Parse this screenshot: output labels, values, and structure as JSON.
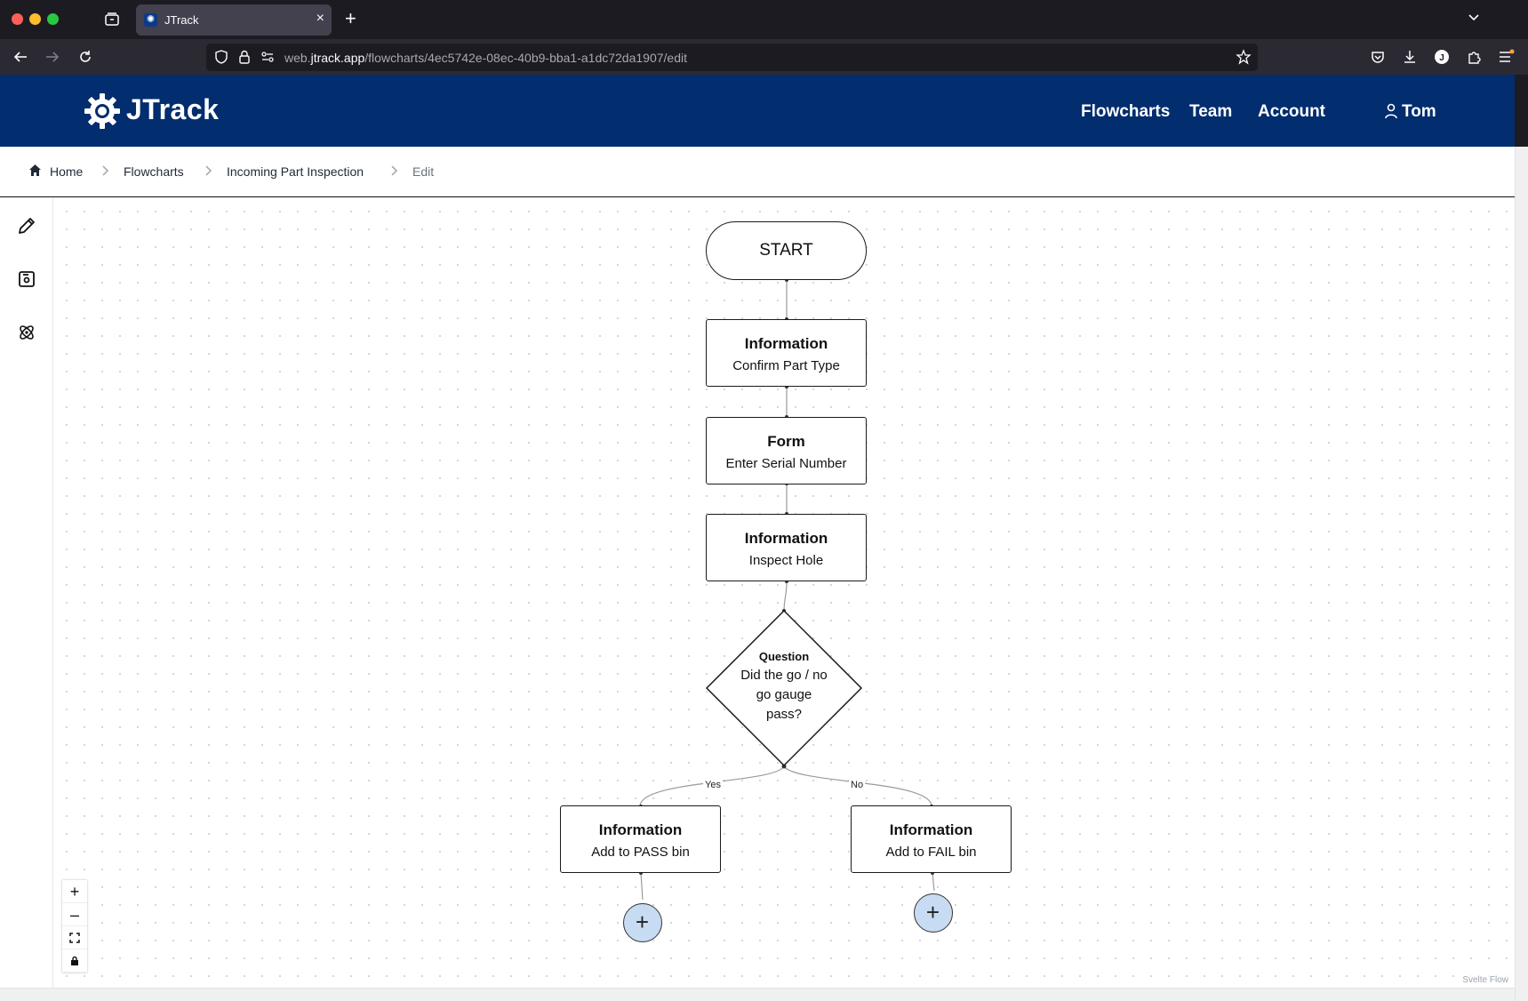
{
  "browser": {
    "tab_title": "JTrack",
    "url_prefix": "web.",
    "url_host": "jtrack.app",
    "url_path": "/flowcharts/4ec5742e-08ec-40b9-bba1-a1dc72da1907/edit"
  },
  "header": {
    "logo": "JTrack",
    "nav": [
      "Flowcharts",
      "Team",
      "Account"
    ],
    "user": "Tom",
    "background": "#022d6e"
  },
  "breadcrumb": {
    "home": "Home",
    "flowcharts": "Flowcharts",
    "flowchart": "Incoming Part Inspection",
    "current": "Edit"
  },
  "sidebar_tools": [
    "pencil-icon",
    "save-icon",
    "atom-icon"
  ],
  "flow": {
    "start": "START",
    "nodes": [
      {
        "type": "Information",
        "label": "Confirm Part Type"
      },
      {
        "type": "Form",
        "label": "Enter Serial Number"
      },
      {
        "type": "Information",
        "label": "Inspect Hole"
      }
    ],
    "question": {
      "type": "Question",
      "label": "Did the go / no go gauge pass?"
    },
    "branches": [
      {
        "edge_label": "Yes",
        "type": "Information",
        "label": "Add to PASS bin"
      },
      {
        "edge_label": "No",
        "type": "Information",
        "label": "Add to FAIL bin"
      }
    ],
    "add_symbol": "+"
  },
  "controls": [
    "+",
    "–"
  ],
  "attribution": "Svelte Flow"
}
